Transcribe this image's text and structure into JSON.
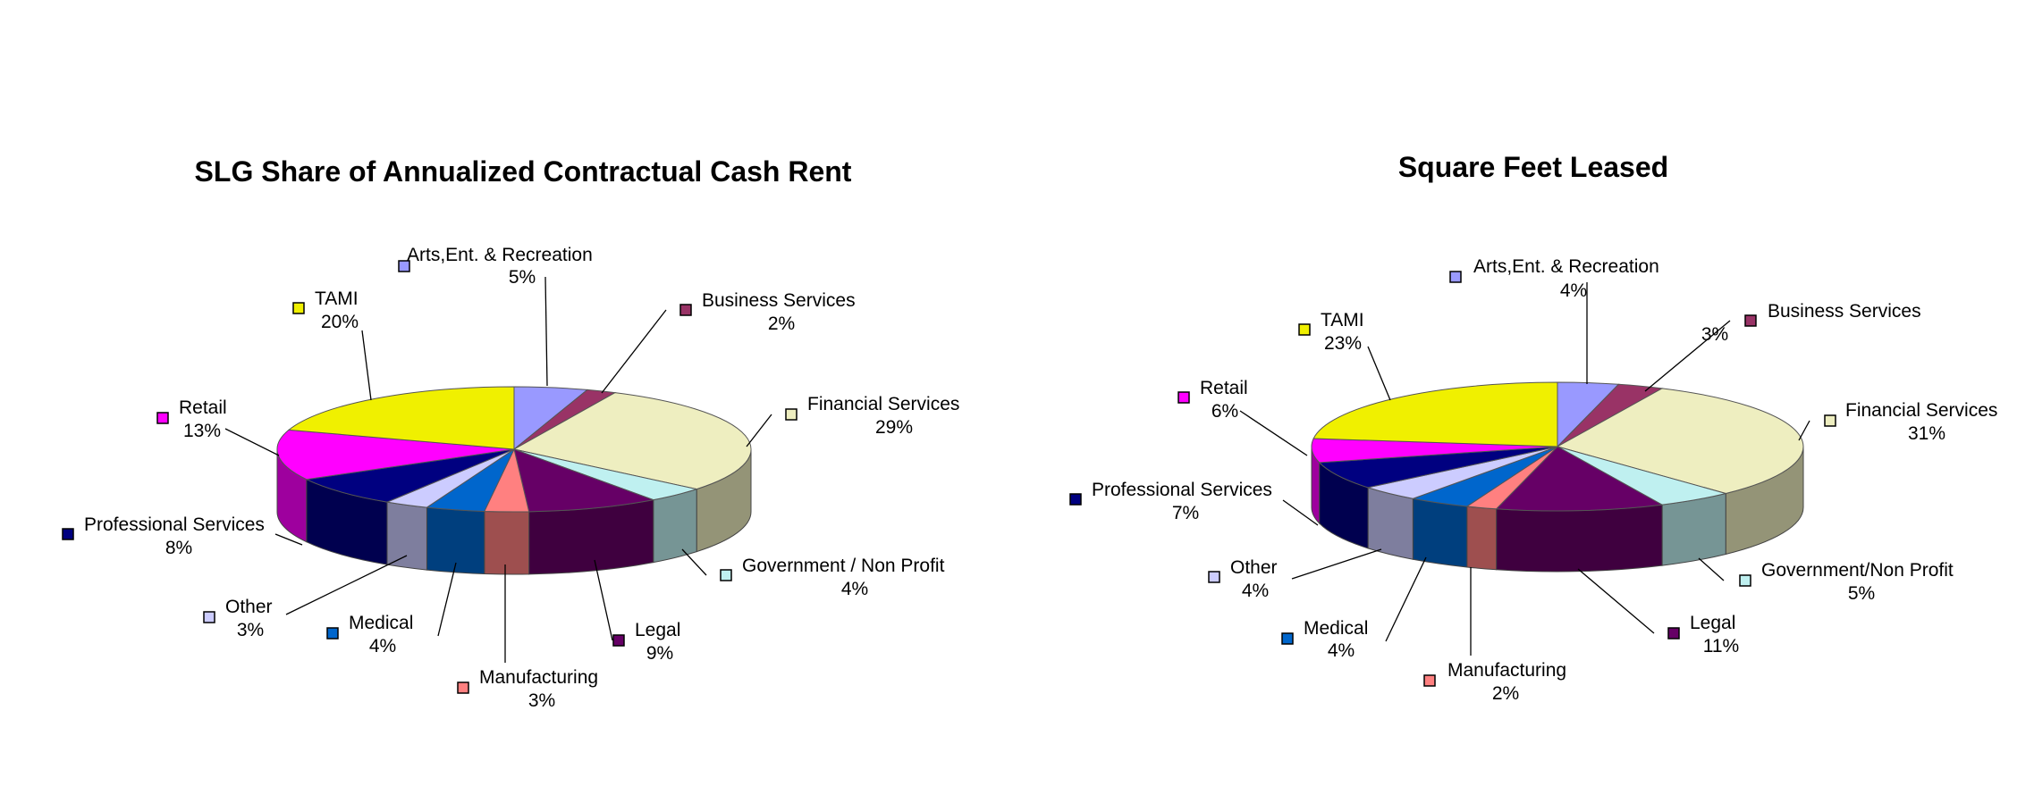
{
  "chart_data": [
    {
      "type": "pie",
      "title": "SLG Share of Annualized Contractual Cash Rent",
      "slices": [
        {
          "label": "Arts,Ent. & Recreation",
          "value": 5,
          "pct": "5%",
          "color": "#9999ff"
        },
        {
          "label": "Business Services",
          "value": 2,
          "pct": "2%",
          "color": "#993366"
        },
        {
          "label": "Financial Services",
          "value": 29,
          "pct": "29%",
          "color": "#eeeec0"
        },
        {
          "label": "Government / Non Profit",
          "value": 4,
          "pct": "4%",
          "color": "#bff0f0"
        },
        {
          "label": "Legal",
          "value": 9,
          "pct": "9%",
          "color": "#660066"
        },
        {
          "label": "Manufacturing",
          "value": 3,
          "pct": "3%",
          "color": "#ff8080"
        },
        {
          "label": "Medical",
          "value": 4,
          "pct": "4%",
          "color": "#0066cc"
        },
        {
          "label": "Other",
          "value": 3,
          "pct": "3%",
          "color": "#ccccff"
        },
        {
          "label": "Professional Services",
          "value": 8,
          "pct": "8%",
          "color": "#000080"
        },
        {
          "label": "Retail",
          "value": 13,
          "pct": "13%",
          "color": "#ff00ff"
        },
        {
          "label": "TAMI",
          "value": 20,
          "pct": "20%",
          "color": "#f0f000"
        }
      ]
    },
    {
      "type": "pie",
      "title": "Square Feet Leased",
      "slices": [
        {
          "label": "Arts,Ent. & Recreation",
          "value": 4,
          "pct": "4%",
          "color": "#9999ff"
        },
        {
          "label": "Business Services",
          "value": 3,
          "pct": "3%",
          "color": "#993366"
        },
        {
          "label": "Financial Services",
          "value": 31,
          "pct": "31%",
          "color": "#eeeec0"
        },
        {
          "label": "Government/Non Profit",
          "value": 5,
          "pct": "5%",
          "color": "#bff0f0"
        },
        {
          "label": "Legal",
          "value": 11,
          "pct": "11%",
          "color": "#660066"
        },
        {
          "label": "Manufacturing",
          "value": 2,
          "pct": "2%",
          "color": "#ff8080"
        },
        {
          "label": "Medical",
          "value": 4,
          "pct": "4%",
          "color": "#0066cc"
        },
        {
          "label": "Other",
          "value": 4,
          "pct": "4%",
          "color": "#ccccff"
        },
        {
          "label": "Professional Services",
          "value": 7,
          "pct": "7%",
          "color": "#000080"
        },
        {
          "label": "Retail",
          "value": 6,
          "pct": "6%",
          "color": "#ff00ff"
        },
        {
          "label": "TAMI",
          "value": 23,
          "pct": "23%",
          "color": "#f0f000"
        }
      ]
    }
  ]
}
